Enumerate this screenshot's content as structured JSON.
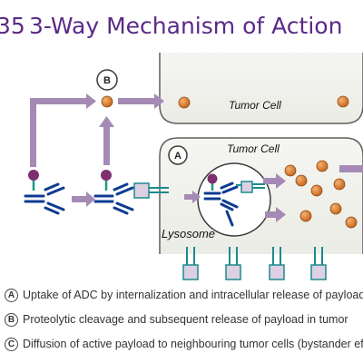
{
  "title": {
    "number": "35",
    "text": "3-Way Mechanism of Action"
  },
  "diagram": {
    "tumor_cell_top_label": "Tumor Cell",
    "tumor_cell_main_label": "Tumor Cell",
    "lysosome_label": "Lysosome",
    "marker_b": "B",
    "marker_a": "A"
  },
  "legend": [
    {
      "badge": "A",
      "text": "Uptake of ADC by internalization and intracellular release of payload"
    },
    {
      "badge": "B",
      "text": "Proteolytic cleavage and subsequent release of payload in tumor"
    },
    {
      "badge": "C",
      "text": "Diffusion of active payload to neighbouring tumor cells (bystander effect)"
    }
  ],
  "colors": {
    "title": "#5a2a86",
    "arrow": "#a48ab5",
    "antibody": "#0d3c91",
    "linker": "#1d9a84",
    "payload": "#d2782e",
    "payload_purple": "#7d2f6f",
    "receptor": "#1b8a8d",
    "receptor_box": "#ddd0e2",
    "cell_border": "#5f5f5f",
    "cell_fill": "#f2f2ee"
  }
}
